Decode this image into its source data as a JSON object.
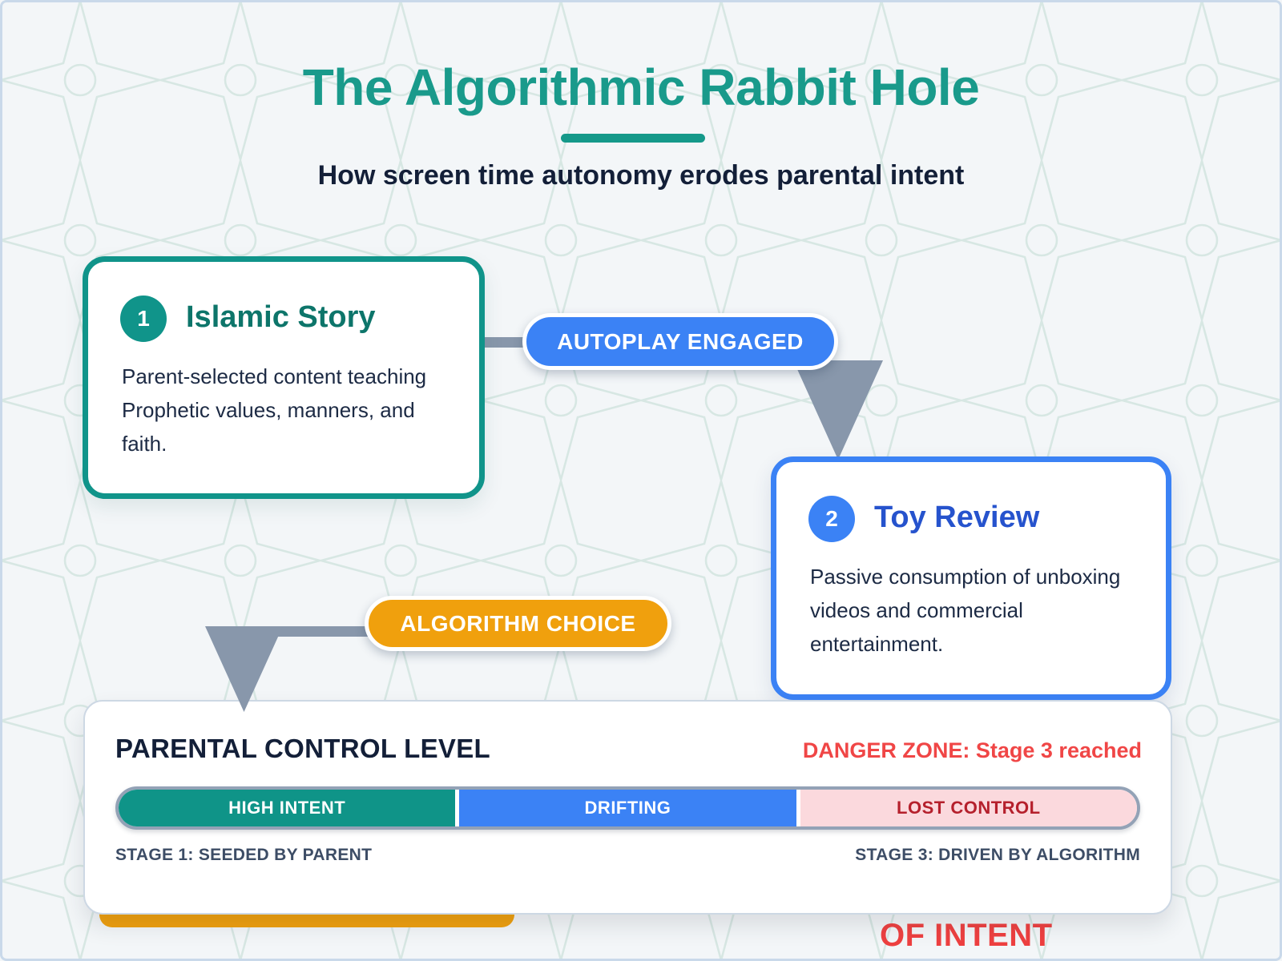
{
  "header": {
    "title": "The Algorithmic Rabbit Hole",
    "subtitle": "How screen time autonomy erodes parental intent"
  },
  "flow": {
    "steps": [
      {
        "number": "1",
        "title": "Islamic Story",
        "description": "Parent-selected content teaching Prophetic values, manners, and faith."
      },
      {
        "number": "2",
        "title": "Toy Review",
        "description": "Passive consumption of unboxing videos and commercial entertainment."
      }
    ],
    "connectors": [
      {
        "label": "AUTOPLAY ENGAGED"
      },
      {
        "label": "ALGORITHM CHOICE"
      }
    ]
  },
  "control_panel": {
    "title": "PARENTAL CONTROL LEVEL",
    "alert": "DANGER ZONE: Stage 3 reached",
    "bar_segments": [
      {
        "label": "HIGH INTENT"
      },
      {
        "label": "DRIFTING"
      },
      {
        "label": "LOST CONTROL"
      }
    ],
    "stage_left": "STAGE 1: SEEDED BY PARENT",
    "stage_right": "STAGE 3: DRIVEN BY ALGORITHM"
  },
  "clipped_bottom": {
    "text": "OF INTENT"
  },
  "colors": {
    "teal": "#10948a",
    "title_teal": "#199a8b",
    "blue": "#3b82f5",
    "orange": "#f0a00d",
    "alert_red": "#f04646",
    "lost_control_red": "#b5202c",
    "lost_control_pink": "#fbd9dd",
    "connector_gray": "#8897ab",
    "text_dark": "#131f38"
  }
}
